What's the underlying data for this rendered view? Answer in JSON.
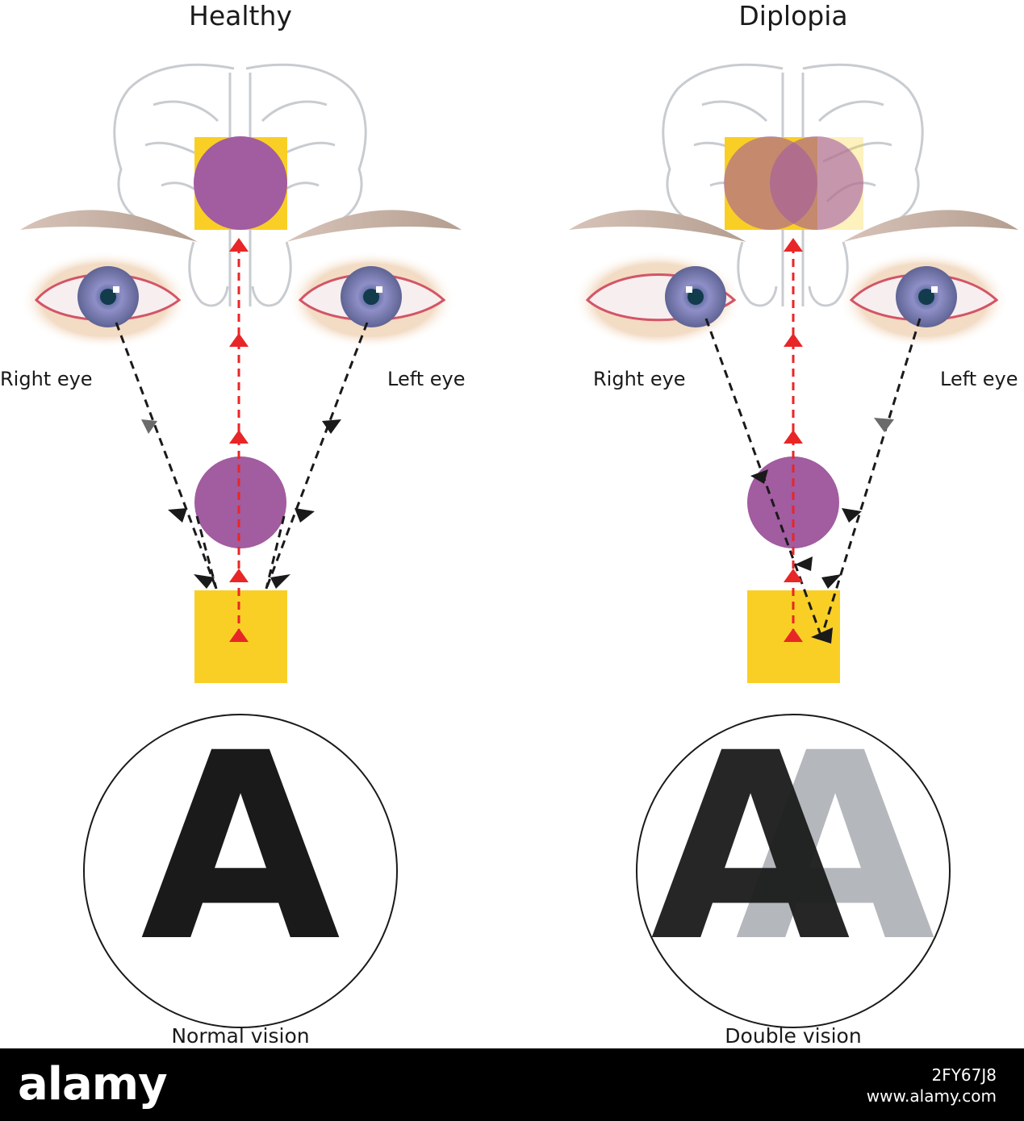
{
  "panels": [
    {
      "title": "Healthy",
      "right_eye_label": "Right eye",
      "left_eye_label": "Left eye",
      "caption": "Normal vision",
      "letter": "A"
    },
    {
      "title": "Diplopia",
      "right_eye_label": "Right eye",
      "left_eye_label": "Left eye",
      "caption": "Double vision",
      "letter": "A",
      "ghost_letter": "A"
    }
  ],
  "footer": {
    "logo": "alamy",
    "image_id": "2FY67J8",
    "url": "www.alamy.com"
  },
  "colors": {
    "purple": "#a25ca0",
    "yellow": "#f9cf25",
    "red_arrow": "#e82627",
    "black_arrow": "#1a1a1a",
    "ghost_letter": "#b4b7bb",
    "brain_outline": "#c8ccd0"
  }
}
